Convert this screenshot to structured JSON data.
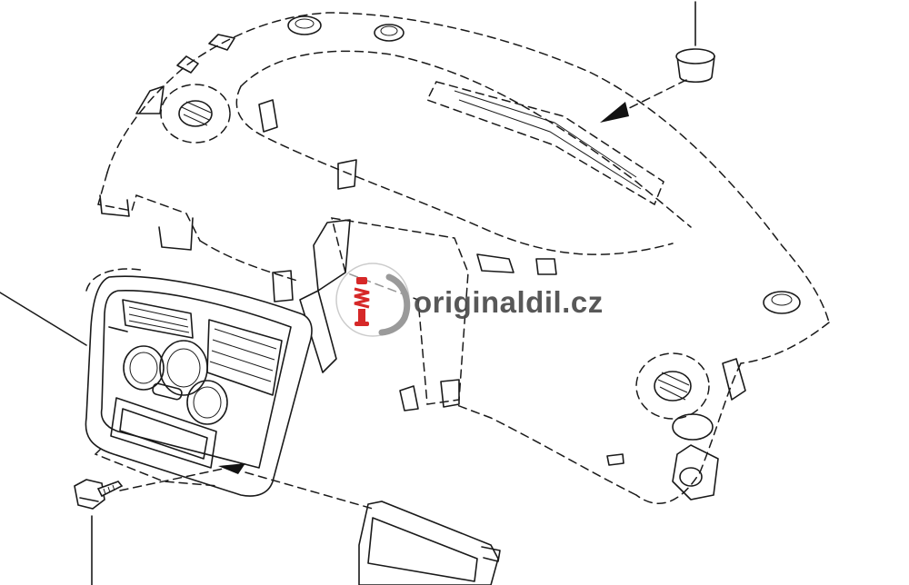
{
  "watermark": {
    "text": "originaldil.cz",
    "logo_accent_color": "#d62828",
    "text_color": "#4a4a4a",
    "icon": "shock-absorber-logo-icon"
  },
  "parts": [
    {
      "name": "dashboard-panel"
    },
    {
      "name": "center-instrument-bezel"
    },
    {
      "name": "clip-cap"
    },
    {
      "name": "screw"
    },
    {
      "name": "storage-tray"
    }
  ]
}
